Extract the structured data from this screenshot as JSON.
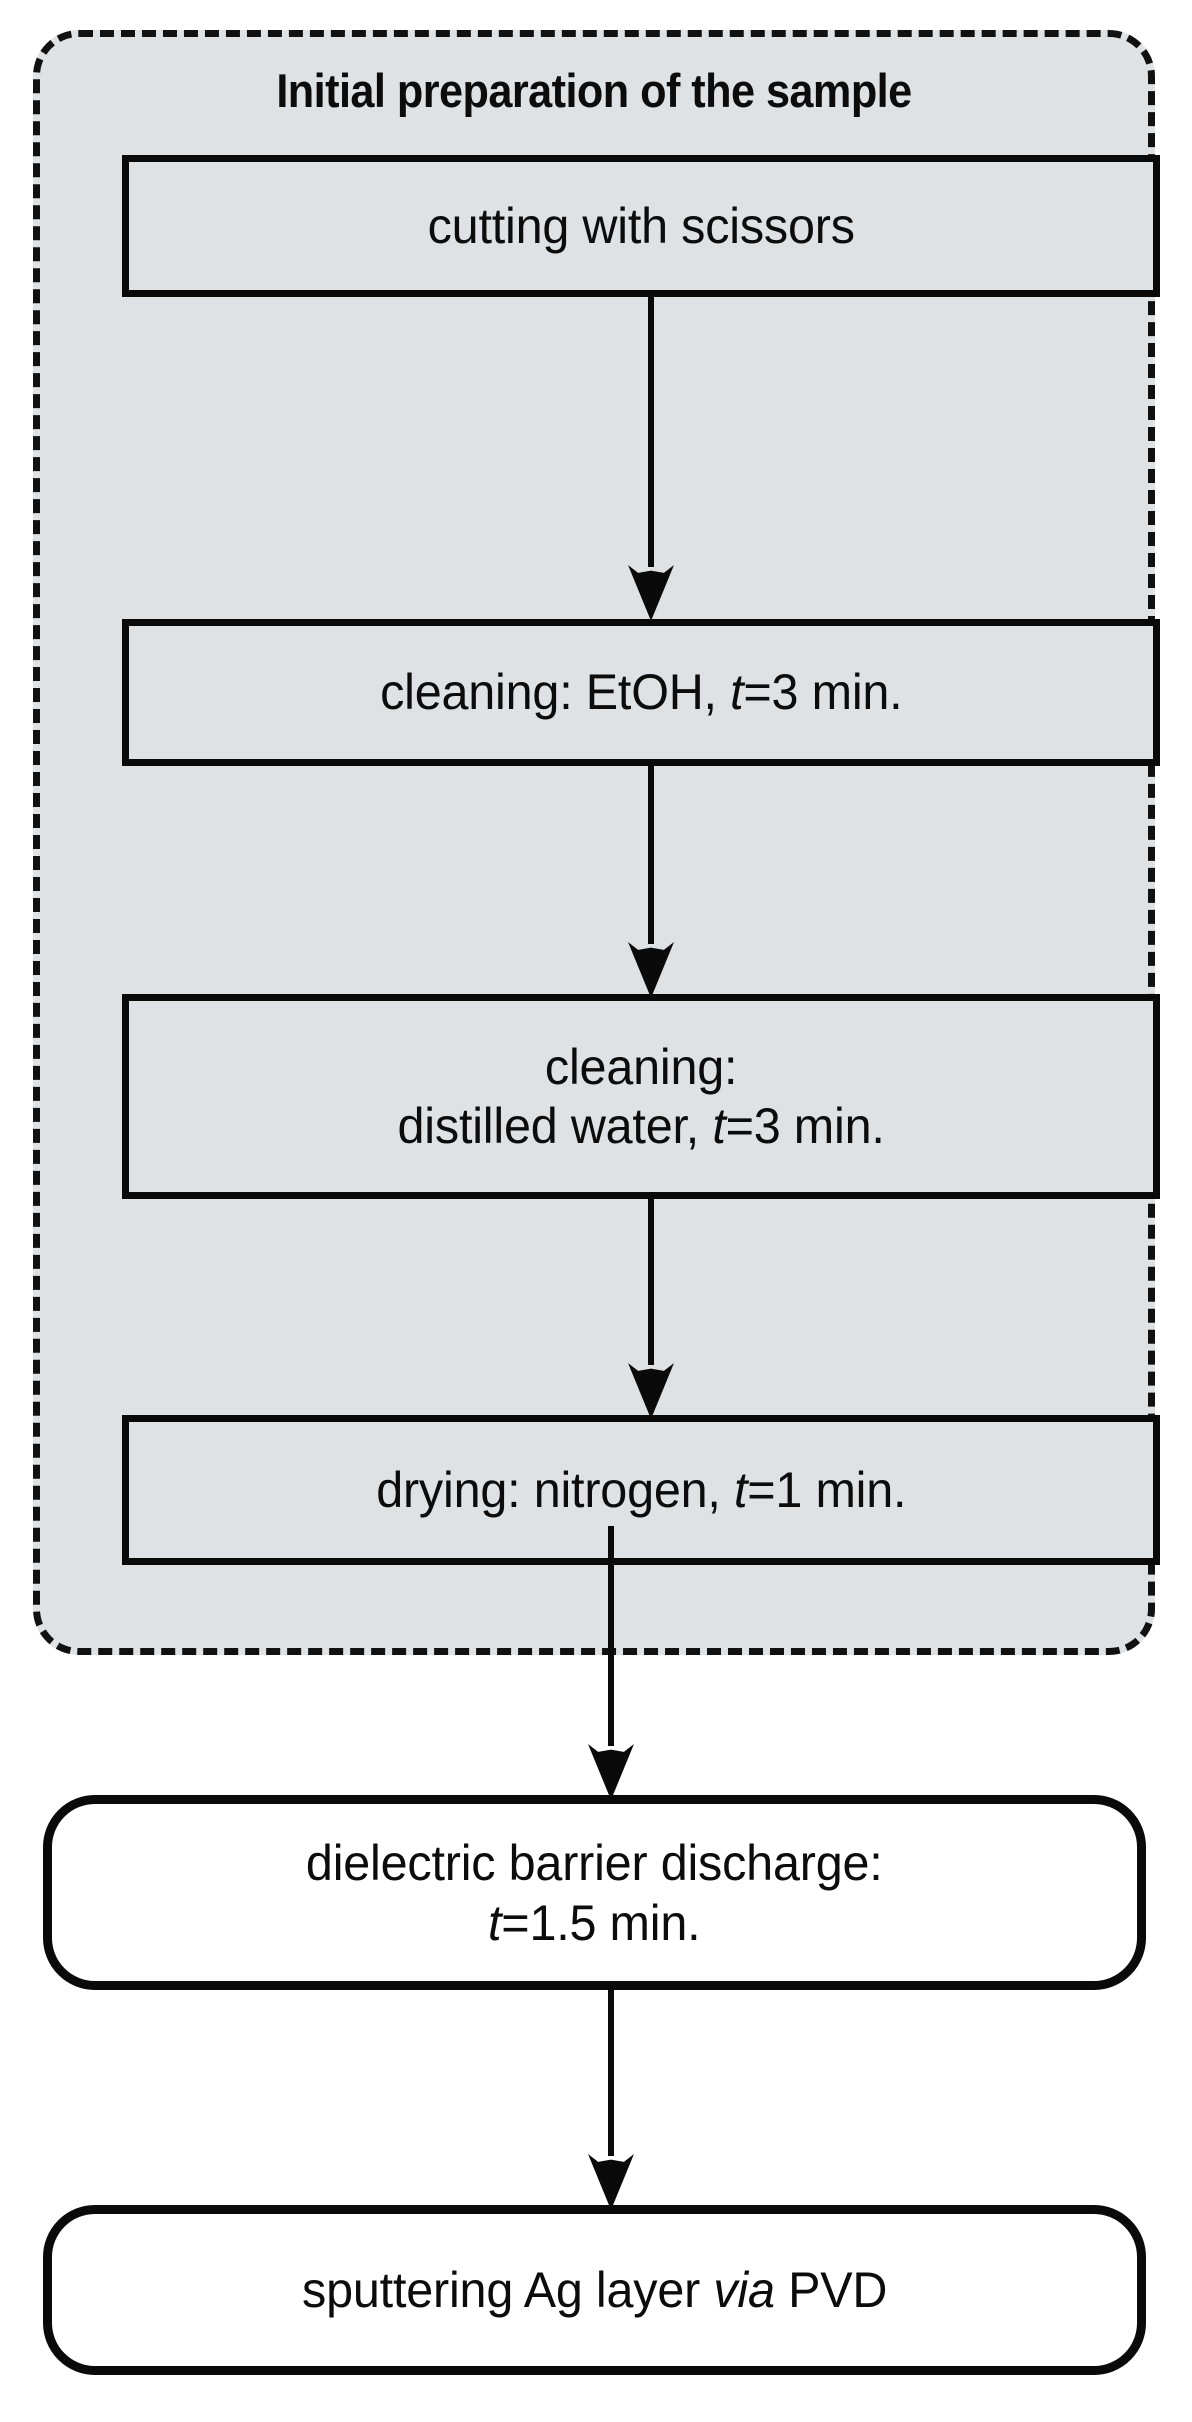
{
  "diagram": {
    "title": "Initial preparation of the sample",
    "colors": {
      "group_fill": "#dfe2e4",
      "box_fill": "#dfe2e4",
      "rounded_box_fill": "#ffffff",
      "stroke": "#0a0a0a",
      "text": "#0c0c0c",
      "page_background": "#ffffff"
    },
    "group": {
      "label": "Initial preparation of the sample",
      "border_style": "dashed",
      "shape": "rounded-rectangle"
    },
    "steps": [
      {
        "id": "cutting",
        "shape": "rectangle",
        "inside_group": true,
        "lines": [
          {
            "segments": [
              {
                "text": "cutting with scissors",
                "italic": false
              }
            ]
          }
        ],
        "plain_text": "cutting with scissors"
      },
      {
        "id": "cleaning-etoh",
        "shape": "rectangle",
        "inside_group": true,
        "lines": [
          {
            "segments": [
              {
                "text": "cleaning: EtOH, ",
                "italic": false
              },
              {
                "text": "t",
                "italic": true
              },
              {
                "text": "=3 min.",
                "italic": false
              }
            ]
          }
        ],
        "plain_text": "cleaning: EtOH, t=3 min."
      },
      {
        "id": "cleaning-water",
        "shape": "rectangle",
        "inside_group": true,
        "lines": [
          {
            "segments": [
              {
                "text": "cleaning:",
                "italic": false
              }
            ]
          },
          {
            "segments": [
              {
                "text": "distilled water, ",
                "italic": false
              },
              {
                "text": "t",
                "italic": true
              },
              {
                "text": "=3 min.",
                "italic": false
              }
            ]
          }
        ],
        "plain_text": "cleaning: distilled water, t=3 min."
      },
      {
        "id": "drying",
        "shape": "rectangle",
        "inside_group": true,
        "lines": [
          {
            "segments": [
              {
                "text": "drying: nitrogen, ",
                "italic": false
              },
              {
                "text": "t",
                "italic": true
              },
              {
                "text": "=1 min.",
                "italic": false
              }
            ]
          }
        ],
        "plain_text": "drying: nitrogen, t=1 min."
      },
      {
        "id": "dbd",
        "shape": "rounded-rectangle",
        "inside_group": false,
        "lines": [
          {
            "segments": [
              {
                "text": "dielectric barrier discharge:",
                "italic": false
              }
            ]
          },
          {
            "segments": [
              {
                "text": "t",
                "italic": true
              },
              {
                "text": "=1.5 min.",
                "italic": false
              }
            ]
          }
        ],
        "plain_text": "dielectric barrier discharge: t=1.5 min."
      },
      {
        "id": "sputtering",
        "shape": "rounded-rectangle",
        "inside_group": false,
        "lines": [
          {
            "segments": [
              {
                "text": "sputtering Ag layer ",
                "italic": false
              },
              {
                "text": "via",
                "italic": true
              },
              {
                "text": " PVD",
                "italic": false
              }
            ]
          }
        ],
        "plain_text": "sputtering Ag layer via PVD"
      }
    ],
    "connectors": [
      {
        "id": "arrow-1",
        "from": "cutting",
        "to": "cleaning-etoh",
        "kind": "down-arrow"
      },
      {
        "id": "arrow-2",
        "from": "cleaning-etoh",
        "to": "cleaning-water",
        "kind": "down-arrow"
      },
      {
        "id": "arrow-3",
        "from": "cleaning-water",
        "to": "drying",
        "kind": "down-arrow"
      },
      {
        "id": "arrow-4",
        "from": "drying",
        "to": "dbd",
        "kind": "down-arrow"
      },
      {
        "id": "arrow-5",
        "from": "dbd",
        "to": "sputtering",
        "kind": "down-arrow"
      }
    ]
  }
}
